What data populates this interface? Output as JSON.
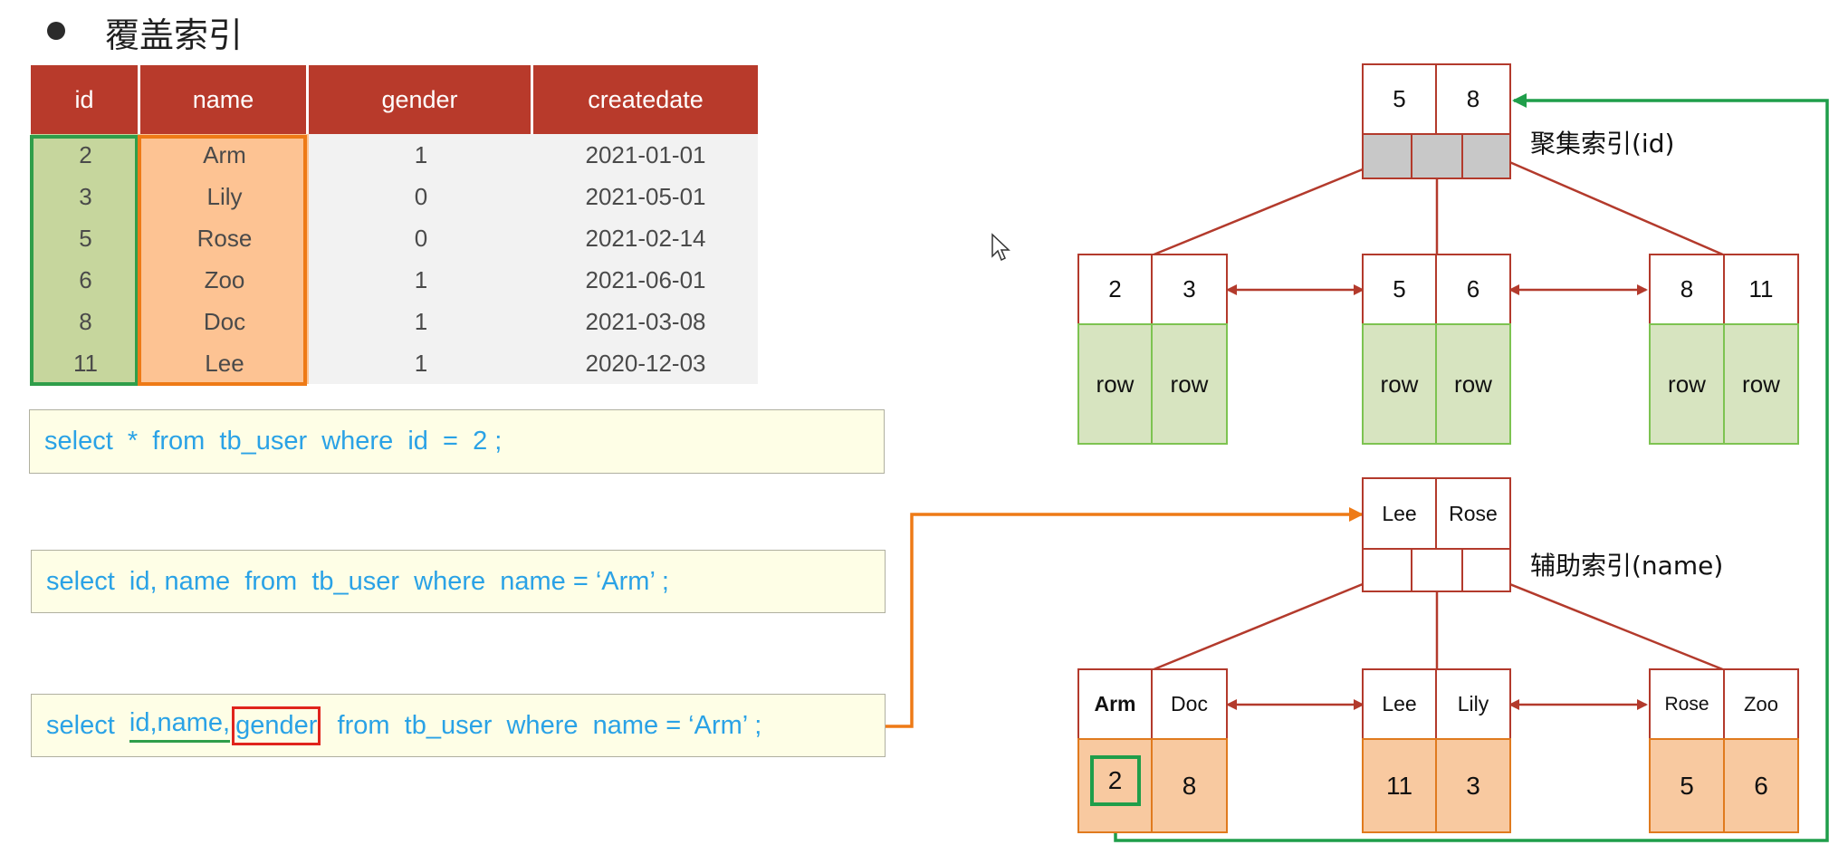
{
  "title": "覆盖索引",
  "table": {
    "headers": [
      "id",
      "name",
      "gender",
      "createdate"
    ],
    "rows": [
      [
        "2",
        "Arm",
        "1",
        "2021-01-01"
      ],
      [
        "3",
        "Lily",
        "0",
        "2021-05-01"
      ],
      [
        "5",
        "Rose",
        "0",
        "2021-02-14"
      ],
      [
        "6",
        "Zoo",
        "1",
        "2021-06-01"
      ],
      [
        "8",
        "Doc",
        "1",
        "2021-03-08"
      ],
      [
        "11",
        "Lee",
        "1",
        "2020-12-03"
      ]
    ]
  },
  "sql": {
    "q1": "select  *  from  tb_user  where  id  =  2 ;",
    "q2": "select  id, name  from  tb_user  where  name = ‘Arm’ ;",
    "q3_prefix": "select  ",
    "q3_idname": "id,name,",
    "q3_gender": "gender",
    "q3_suffix": "  from  tb_user  where  name = ‘Arm’ ;"
  },
  "clustered": {
    "label": "聚集索引(id)",
    "root": [
      "5",
      "8"
    ],
    "leaves": [
      {
        "keys": [
          "2",
          "3"
        ],
        "rows": [
          "row",
          "row"
        ]
      },
      {
        "keys": [
          "5",
          "6"
        ],
        "rows": [
          "row",
          "row"
        ]
      },
      {
        "keys": [
          "8",
          "11"
        ],
        "rows": [
          "row",
          "row"
        ]
      }
    ]
  },
  "secondary": {
    "label": "辅助索引(name)",
    "root": [
      "Lee",
      "Rose"
    ],
    "leaves": [
      {
        "keys": [
          "Arm",
          "Doc"
        ],
        "ids": [
          "2",
          "8"
        ]
      },
      {
        "keys": [
          "Lee",
          "Lily"
        ],
        "ids": [
          "11",
          "3"
        ]
      },
      {
        "keys": [
          "Rose",
          "Zoo"
        ],
        "ids": [
          "5",
          "6"
        ]
      }
    ]
  },
  "colors": {
    "header_red": "#b83a2b",
    "id_green": "#c6d69d",
    "name_orange": "#fdc393",
    "node_border": "#b33a2c",
    "sql_text": "#2aa2e6",
    "arrow_green": "#1f9e4a",
    "arrow_orange": "#ee7a16"
  }
}
